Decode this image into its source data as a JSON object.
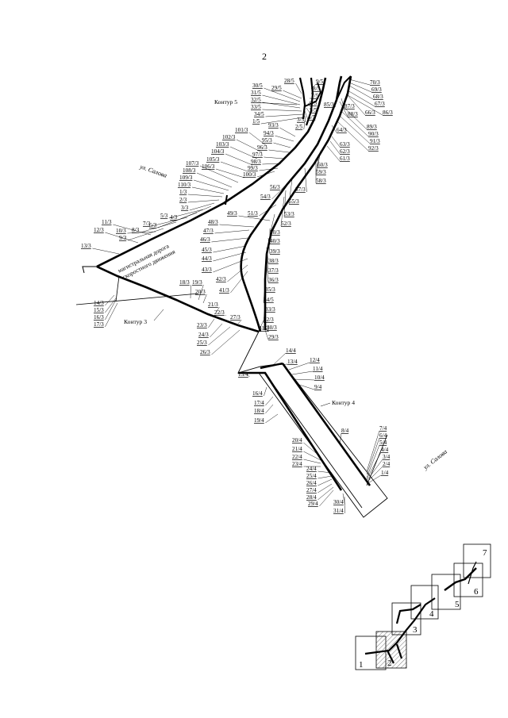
{
  "page_number": "2",
  "streets": [
    "ул. Салова",
    "ул. Салова"
  ],
  "contours": [
    "Контур 5",
    "Контур 3",
    "Контур 4"
  ],
  "road_caption_line1": "магистральная дорога",
  "road_caption_line2": "скоростного движения",
  "labels_contour5": [
    "28/5",
    "29/5",
    "30/5",
    "31/5",
    "32/5",
    "33/5",
    "34/5",
    "1/5",
    "9/5",
    "8/5",
    "7/5",
    "6/5",
    "5/5",
    "4/5",
    "3/5",
    "2/5"
  ],
  "labels_contour3": [
    "70/3",
    "69/3",
    "68/3",
    "67/3",
    "66/3",
    "86/3",
    "87/3",
    "88/3",
    "85/3",
    "89/3",
    "90/3",
    "91/3",
    "92/3",
    "64/3",
    "63/3",
    "62/3",
    "61/3",
    "60/3",
    "59/3",
    "58/3",
    "57/3",
    "56/3",
    "55/3",
    "54/3",
    "53/3",
    "52/3",
    "51/3",
    "50/3",
    "49/3",
    "48/3",
    "47/3",
    "46/3",
    "45/3",
    "44/3",
    "43/3",
    "42/3",
    "41/3",
    "40/3",
    "39/3",
    "38/3",
    "37/3",
    "36/3",
    "35/3",
    "34/5",
    "33/3",
    "32/3",
    "31/3",
    "30/3",
    "29/3",
    "93/3",
    "94/3",
    "95/3",
    "96/3",
    "97/3",
    "98/3",
    "99/3",
    "100/3",
    "101/3",
    "102/3",
    "103/3",
    "104/3",
    "105/3",
    "106/3",
    "107/3",
    "108/3",
    "109/3",
    "110/3",
    "1/3",
    "2/3",
    "3/3",
    "4/3",
    "5/3",
    "6/3",
    "7/3",
    "8/3",
    "9/3",
    "10/3",
    "11/3",
    "12/3",
    "13/3",
    "14/3",
    "15/3",
    "16/3",
    "17/3",
    "18/3",
    "19/3",
    "20/3",
    "21/3",
    "22/3",
    "23/3",
    "24/3",
    "25/3",
    "26/3",
    "27/3",
    "28/3"
  ],
  "labels_contour4": [
    "14/4",
    "13/4",
    "12/4",
    "11/4",
    "10/4",
    "9/4",
    "15/4",
    "16/4",
    "17/4",
    "18/4",
    "19/4",
    "8/4",
    "7/4",
    "6/4",
    "5/4",
    "4/4",
    "3/4",
    "2/4",
    "1/4",
    "20/4",
    "21/4",
    "22/4",
    "23/4",
    "24/4",
    "25/4",
    "26/4",
    "27/4",
    "28/4",
    "29/4",
    "30/4",
    "31/4"
  ],
  "index_sheets": [
    "1",
    "2",
    "3",
    "4",
    "5",
    "6",
    "7"
  ]
}
